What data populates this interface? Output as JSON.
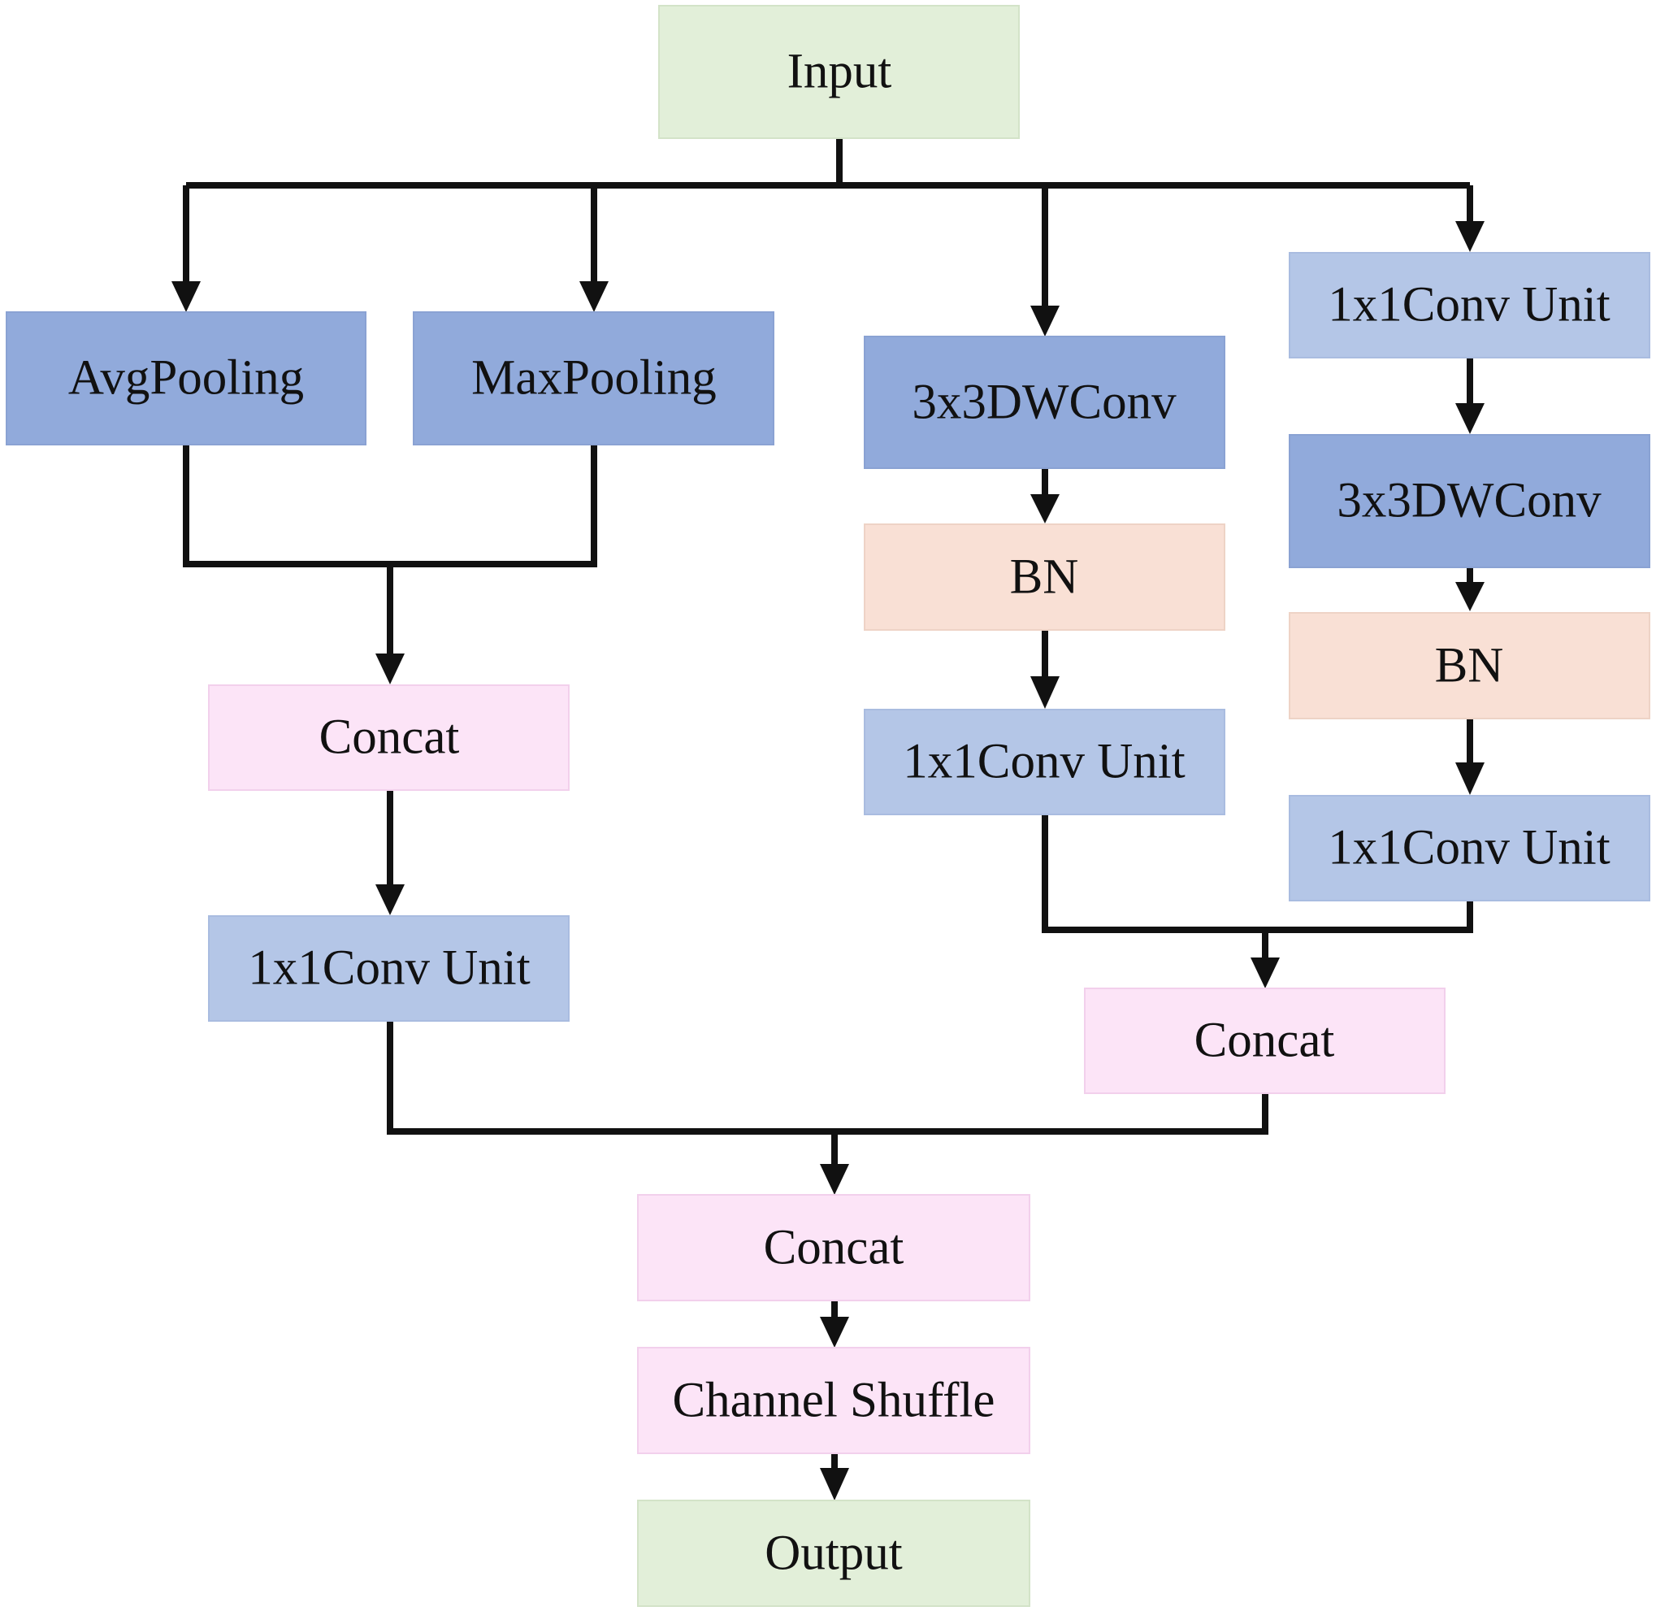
{
  "colors": {
    "io": "#e2efd9",
    "io_border": "#d3e3c8",
    "pool_conv": "#91aadb",
    "pool_conv_border": "#8aa2d3",
    "conv_unit": "#b4c6e7",
    "conv_unit_border": "#a9bce0",
    "bn": "#f9e0d5",
    "bn_border": "#eed3c6",
    "concat": "#fce4f7",
    "concat_border": "#f2d0ec",
    "line": "#111111"
  },
  "nodes": {
    "input": "Input",
    "avgpool": "AvgPooling",
    "maxpool": "MaxPooling",
    "concat_pool": "Concat",
    "conv_unit_pool": "1x1Conv Unit",
    "dwconv_b3": "3x3DWConv",
    "bn_b3": "BN",
    "conv_unit_b3": "1x1Conv Unit",
    "conv_unit_b4_top": "1x1Conv Unit",
    "dwconv_b4": "3x3DWConv",
    "bn_b4": "BN",
    "conv_unit_b4_bottom": "1x1Conv Unit",
    "concat_right": "Concat",
    "concat_final": "Concat",
    "channel_shuffle": "Channel Shuffle",
    "output": "Output"
  }
}
